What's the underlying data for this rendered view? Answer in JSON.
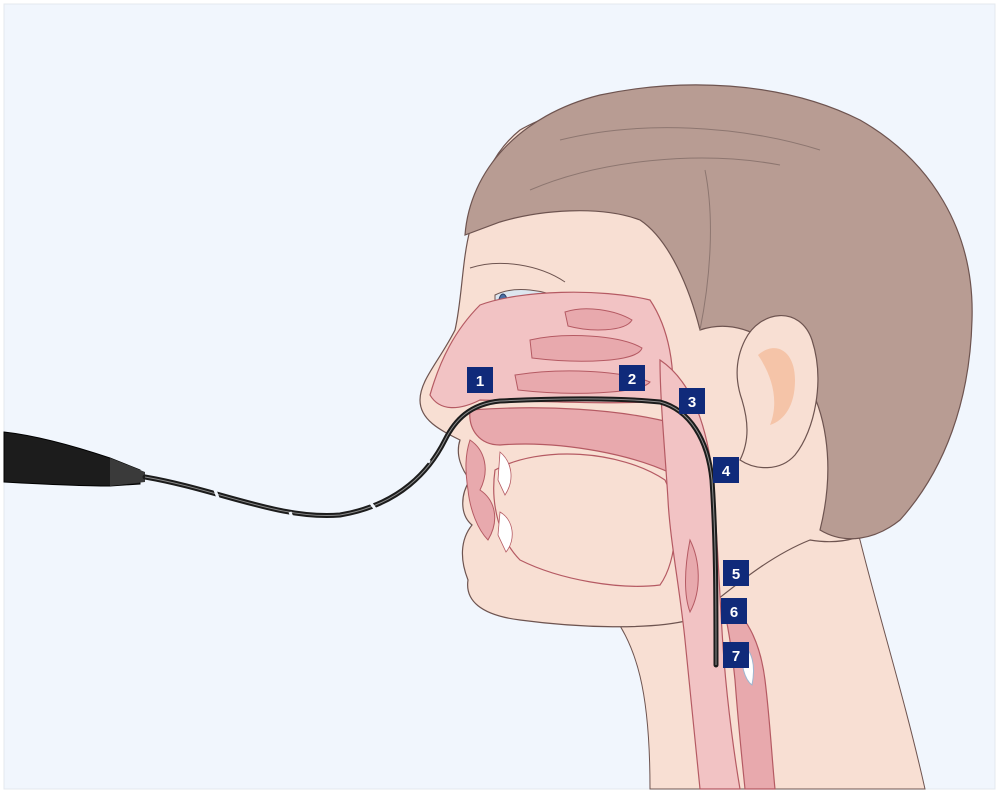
{
  "diagram": {
    "markers": [
      {
        "id": "marker-1",
        "label": "1"
      },
      {
        "id": "marker-2",
        "label": "2"
      },
      {
        "id": "marker-3",
        "label": "3"
      },
      {
        "id": "marker-4",
        "label": "4"
      },
      {
        "id": "marker-5",
        "label": "5"
      },
      {
        "id": "marker-6",
        "label": "6"
      },
      {
        "id": "marker-7",
        "label": "7"
      }
    ]
  },
  "colors": {
    "background": "#f1f6fd",
    "skin": "#f8dfd3",
    "hair": "#b89c93",
    "tissue": "#e8a9ad",
    "cavity": "#f2c3c4",
    "marker": "#102a7a",
    "scope": "#1c1c1c"
  }
}
